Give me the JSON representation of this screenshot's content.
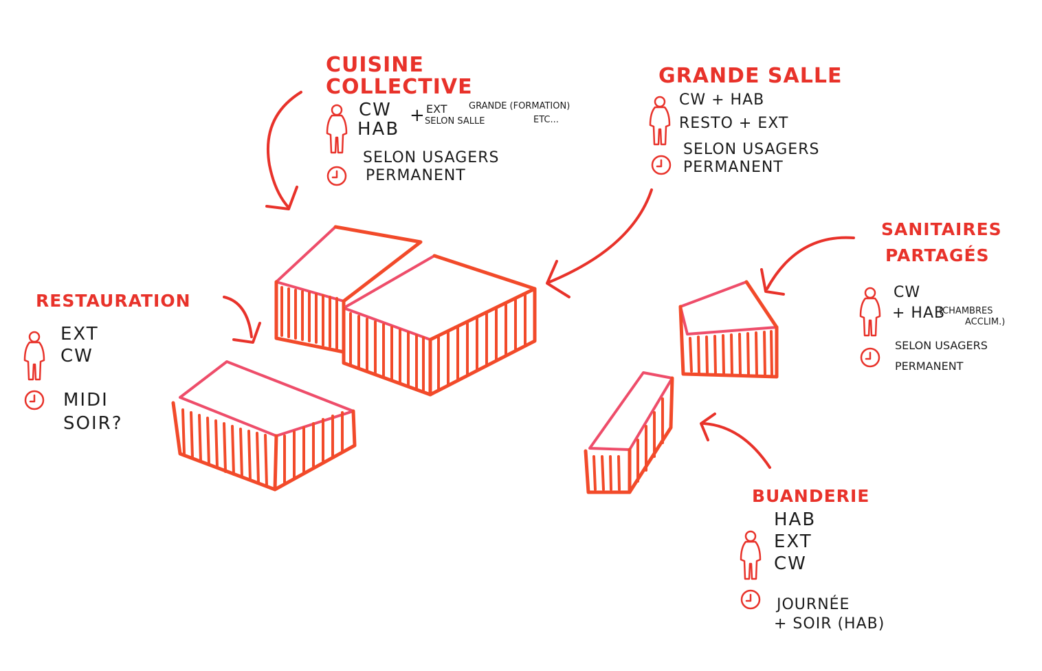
{
  "colors": {
    "ink_red": "#e8322a",
    "ink_pink": "#ee4d6a",
    "text_black": "#1a1a1a"
  },
  "icons": {
    "person": "person-icon",
    "clock": "clock-icon"
  },
  "cuisine": {
    "title_line1": "CUISINE",
    "title_line2": "COLLECTIVE",
    "users_line1": "CW",
    "users_line2": "HAB",
    "plus": "+",
    "extra_line1": "EXT",
    "extra_line2": "SELON SALLE",
    "extra_right_line1": "GRANDE (FORMATION)",
    "extra_right_line2": "ETC...",
    "time_line1": "SELON USAGERS",
    "time_line2": "PERMANENT"
  },
  "grande_salle": {
    "title": "GRANDE SALLE",
    "users_line1": "CW + HAB",
    "users_line2": "RESTO + EXT",
    "time_line1": "SELON USAGERS",
    "time_line2": "PERMANENT"
  },
  "restauration": {
    "title": "RESTAURATION",
    "users_line1": "EXT",
    "users_line2": "CW",
    "time_line1": "MIDI",
    "time_line2": "SOIR?"
  },
  "sanitaires": {
    "title_line1": "SANITAIRES",
    "title_line2": "PARTAGÉS",
    "users_line1": "CW",
    "users_line2": "+ HAB",
    "users_note_line1": "(CHAMBRES",
    "users_note_line2": "ACCLIM.)",
    "time_line1": "SELON USAGERS",
    "time_line2": "PERMANENT"
  },
  "buanderie": {
    "title": "BUANDERIE",
    "users_line1": "HAB",
    "users_line2": "EXT",
    "users_line3": "CW",
    "time_line1": "JOURNÉE",
    "time_line2": "+ SOIR (HAB)"
  }
}
